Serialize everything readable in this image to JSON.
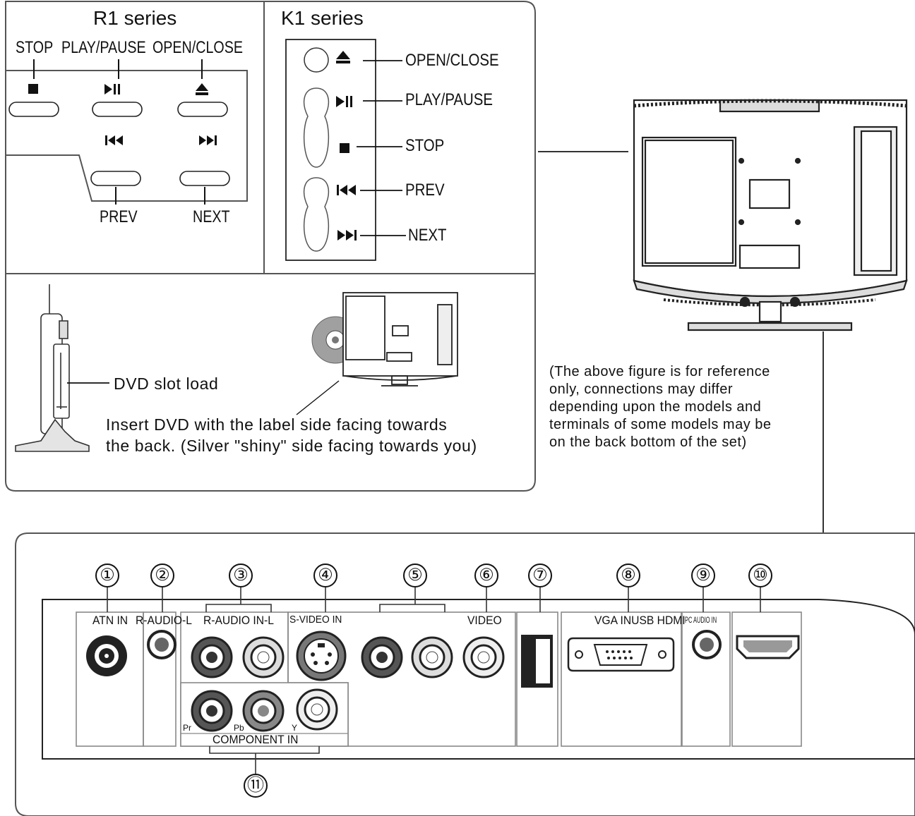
{
  "r1": {
    "title": "R1 series",
    "stop": "STOP",
    "play_pause": "PLAY/PAUSE",
    "open_close": "OPEN/CLOSE",
    "prev": "PREV",
    "next": "NEXT"
  },
  "k1": {
    "title": "K1 series",
    "open_close": "OPEN/CLOSE",
    "play_pause": "PLAY/PAUSE",
    "stop": "STOP",
    "prev": "PREV",
    "next": "NEXT"
  },
  "dvd": {
    "slot_label": "DVD slot load",
    "insert_line1": "Insert DVD with the label side facing towards",
    "insert_line2": "the back. (Silver \"shiny\" side facing towards you)"
  },
  "note": {
    "line1": "(The above figure is for reference",
    "line2": "only, connections may differ",
    "line3": "depending upon the models and",
    "line4": "terminals of some models may be",
    "line5": "on the back bottom of the set)"
  },
  "panel": {
    "numbers": [
      "①",
      "②",
      "③",
      "④",
      "⑤",
      "⑥",
      "⑦",
      "⑧",
      "⑨",
      "⑩",
      "⑪"
    ],
    "atn_in": "ATN IN",
    "r_audio_l": "R-AUDIO-L",
    "r_audio_in_l": "R-AUDIO IN-L",
    "s_video_in": "S-VIDEO IN",
    "video": "VIDEO",
    "vga_in_usb_hdmi": "VGA INUSB HDMI",
    "pc_audio_in": "PC AUDIO IN",
    "pr": "Pr",
    "pb": "Pb",
    "y": "Y",
    "component_in": "COMPONENT IN"
  }
}
